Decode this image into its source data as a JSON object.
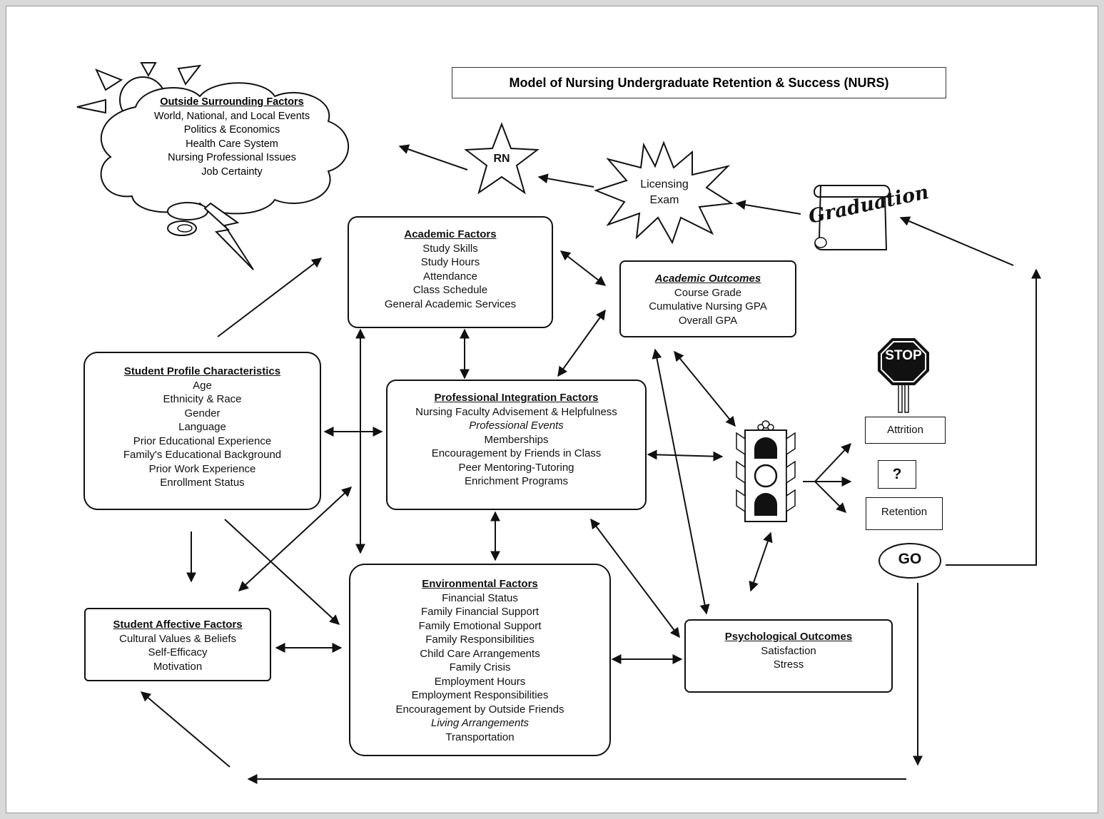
{
  "title": "Model of Nursing Undergraduate Retention & Success (NURS)",
  "outside_factors": {
    "heading": "Outside Surrounding Factors",
    "items": [
      "World, National, and Local Events",
      "Politics & Economics",
      "Health Care System",
      "Nursing Professional Issues",
      "Job Certainty"
    ]
  },
  "rn_label": "RN",
  "licensing_label": "Licensing Exam",
  "graduation_label": "Graduation",
  "academic_factors": {
    "heading": "Academic Factors",
    "items": [
      "Study Skills",
      "Study Hours",
      "Attendance",
      "Class Schedule",
      "General Academic Services"
    ]
  },
  "academic_outcomes": {
    "heading": "Academic Outcomes",
    "items": [
      "Course Grade",
      "Cumulative Nursing GPA",
      "Overall GPA"
    ]
  },
  "student_profile": {
    "heading": "Student Profile Characteristics",
    "items": [
      "Age",
      "Ethnicity & Race",
      "Gender",
      "Language",
      "Prior Educational Experience",
      "Family's Educational Background",
      "Prior Work Experience",
      "Enrollment Status"
    ]
  },
  "professional_integration": {
    "heading": "Professional Integration Factors",
    "items": [
      "Nursing Faculty Advisement & Helpfulness",
      "Professional Events",
      "Memberships",
      "Encouragement by Friends in Class",
      "Peer Mentoring-Tutoring",
      "Enrichment Programs"
    ]
  },
  "student_affective": {
    "heading": "Student Affective Factors",
    "items": [
      "Cultural Values & Beliefs",
      "Self-Efficacy",
      "Motivation"
    ]
  },
  "environmental_factors": {
    "heading": "Environmental Factors",
    "items": [
      "Financial Status",
      "Family Financial Support",
      "Family Emotional Support",
      "Family Responsibilities",
      "Child Care Arrangements",
      "Family Crisis",
      "Employment Hours",
      "Employment Responsibilities",
      "Encouragement by Outside Friends",
      "Living Arrangements",
      "Transportation"
    ]
  },
  "psychological_outcomes": {
    "heading": "Psychological Outcomes",
    "items": [
      "Satisfaction",
      "Stress"
    ]
  },
  "stop_label": "STOP",
  "attrition_label": "Attrition",
  "question_label": "?",
  "retention_label": "Retention",
  "go_label": "GO"
}
